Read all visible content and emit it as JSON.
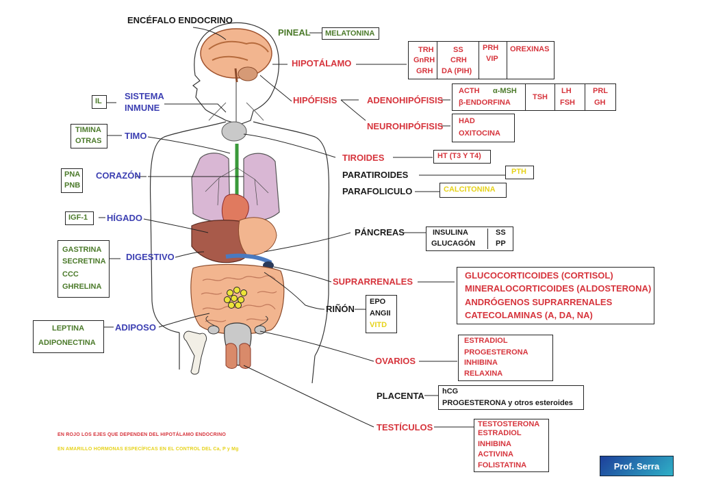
{
  "title": "ENCÉFALO ENDOCRINO",
  "organs": {
    "pineal": "PINEAL",
    "hipotalamo": "HIPOTÁLAMO",
    "hipofisis": "HIPÓFISIS",
    "adenohipofisis": "ADENOHIPÓFISIS",
    "neurohipofisis": "NEUROHIPÓFISIS",
    "sistema_inmune_1": "SISTEMA",
    "sistema_inmune_2": "INMUNE",
    "timo": "TIMO",
    "corazon": "CORAZÓN",
    "higado": "HÍGADO",
    "digestivo": "DIGESTIVO",
    "adiposo": "ADIPOSO",
    "tiroides": "TIROIDES",
    "paratiroides": "PARATIROIDES",
    "parafoliculo": "PARAFOLICULO",
    "pancreas": "PÁNCREAS",
    "suprarrenales": "SUPRARRENALES",
    "rinon": "RIÑÓN",
    "ovarios": "OVARIOS",
    "placenta": "PLACENTA",
    "testiculos": "TESTÍCULOS"
  },
  "hormones": {
    "pineal": [
      "MELATONINA"
    ],
    "hipotalamo_col1": [
      "TRH",
      "GnRH",
      "GRH"
    ],
    "hipotalamo_col2": [
      "SS",
      "CRH",
      "DA (PIH)"
    ],
    "hipotalamo_col3": [
      "PRH",
      "VIP"
    ],
    "hipotalamo_col4": [
      "OREXINAS"
    ],
    "adeno_a1": "ACTH",
    "adeno_a2": "α-MSH",
    "adeno_a3": "β-ENDORFINA",
    "adeno_tsh": "TSH",
    "adeno_lh": [
      "LH",
      "FSH"
    ],
    "adeno_prl": [
      "PRL",
      "GH"
    ],
    "neuro": [
      "HAD",
      "OXITOCINA"
    ],
    "inmune": [
      "IL"
    ],
    "timo": [
      "TIMINA",
      "OTRAS"
    ],
    "corazon": [
      "PNA",
      "PNB"
    ],
    "higado": [
      "IGF-1"
    ],
    "digestivo": [
      "GASTRINA",
      "SECRETINA",
      "CCC",
      "GHRELINA"
    ],
    "adiposo": [
      "LEPTINA",
      "ADIPONECTINA"
    ],
    "tiroides": [
      "HT (T3 Y T4)"
    ],
    "paratiroides": [
      "PTH"
    ],
    "parafoliculo": [
      "CALCITONINA"
    ],
    "pancreas_col1": [
      "INSULINA",
      "GLUCAGÓN"
    ],
    "pancreas_col2": [
      "SS",
      "PP"
    ],
    "suprarrenales": [
      "GLUCOCORTICOIDES (CORTISOL)",
      "MINERALOCORTICOIDES (ALDOSTERONA)",
      "ANDRÓGENOS SUPRARRENALES",
      "CATECOLAMINAS (A, DA, NA)"
    ],
    "rinon": [
      "EPO",
      "ANGII",
      "VITD"
    ],
    "ovarios": [
      "ESTRADIOL",
      "PROGESTERONA",
      "INHIBINA",
      "RELAXINA"
    ],
    "placenta": [
      "hCG",
      "PROGESTERONA y otros esteroides"
    ],
    "testiculos": [
      "TESTOSTERONA",
      "ESTRADIOL",
      "INHIBINA",
      "ACTIVINA",
      "FOLISTATINA"
    ]
  },
  "notes": {
    "red": "EN ROJO LOS EJES QUE DEPENDEN DEL HIPOTÁLAMO ENDOCRINO",
    "yellow": "EN AMARILLO HORMONAS ESPECÍFICAS EN EL CONTROL DEL Ca, P y Mg"
  },
  "badge": "Prof. Serra",
  "colors": {
    "red": "#d6343c",
    "blue": "#3c3fb2",
    "green": "#4b7a2a",
    "yellow": "#e6d21a",
    "black": "#1a1a1a"
  }
}
